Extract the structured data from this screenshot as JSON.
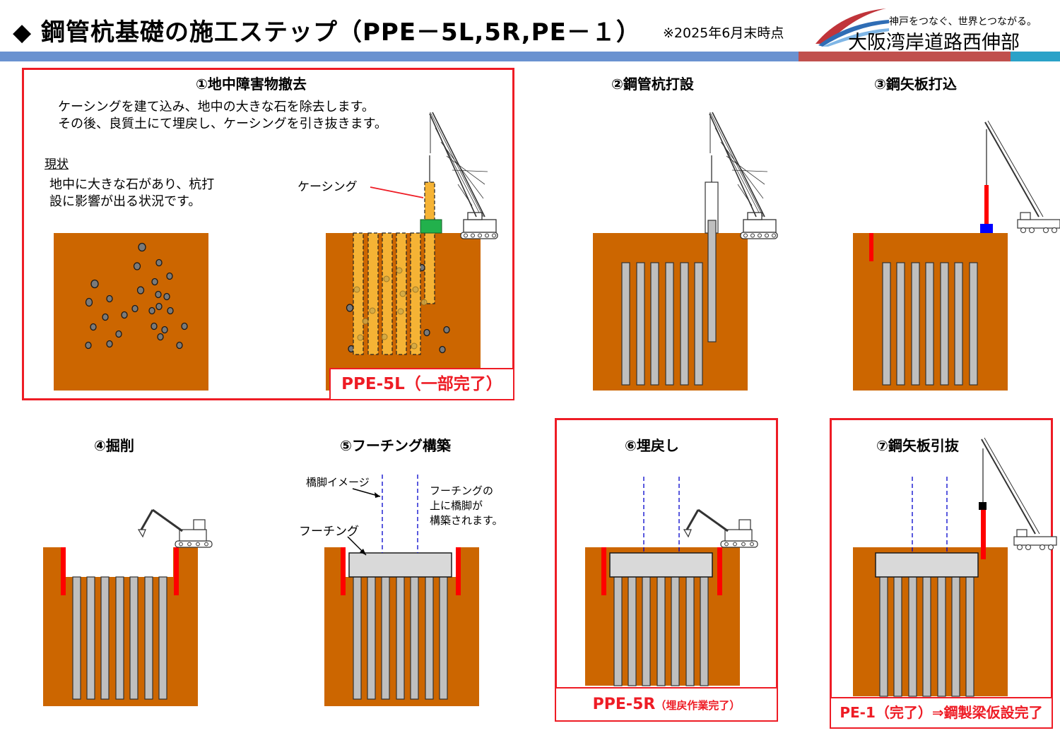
{
  "header": {
    "title": "◆ 鋼管杭基礎の施工ステップ（PPE－5L,5R,PE－１）",
    "as_of": "※2025年6月末時点",
    "logo_tagline": "神戸をつなぐ、世界とつながる。",
    "logo_name": "大阪湾岸道路西伸部"
  },
  "colors": {
    "soil": "#cc6600",
    "pile": "#bfbfbf",
    "sheet_pile": "#ff0000",
    "highlight_frame": "#ee1c25",
    "casing": "#f5b335",
    "casing_head": "#22b14c",
    "hammer": "#0000ff",
    "pier_guide": "#0000cc",
    "band_blue": "#6a92d0",
    "band_red": "#c0504d",
    "band_cyan": "#2aa2c8"
  },
  "steps": [
    {
      "title": "①地中障害物撤去",
      "description": [
        "ケーシングを建て込み、地中の大きな石を除去します。",
        "その後、良質土にて埋戻し、ケーシングを引き抜きます。"
      ],
      "current_heading": "現状",
      "current_text": [
        "地中に大きな石があり、杭打",
        "設に影響が出る状況です。"
      ],
      "casing_label": "ケーシング",
      "status": "PPE-5L（一部完了）"
    },
    {
      "title": "②鋼管杭打設"
    },
    {
      "title": "③鋼矢板打込"
    },
    {
      "title": "④掘削"
    },
    {
      "title": "⑤フーチング構築",
      "pier_label": "橋脚イメージ",
      "footing_label": "フーチング",
      "footing_note": [
        "フーチングの",
        "上に橋脚が",
        "構築されます。"
      ]
    },
    {
      "title": "⑥埋戻し",
      "status_main": "PPE-5R",
      "status_sub": "（埋戻作業完了）"
    },
    {
      "title": "⑦鋼矢板引抜",
      "status": "PE-1（完了）⇒鋼製梁仮設完了"
    }
  ]
}
